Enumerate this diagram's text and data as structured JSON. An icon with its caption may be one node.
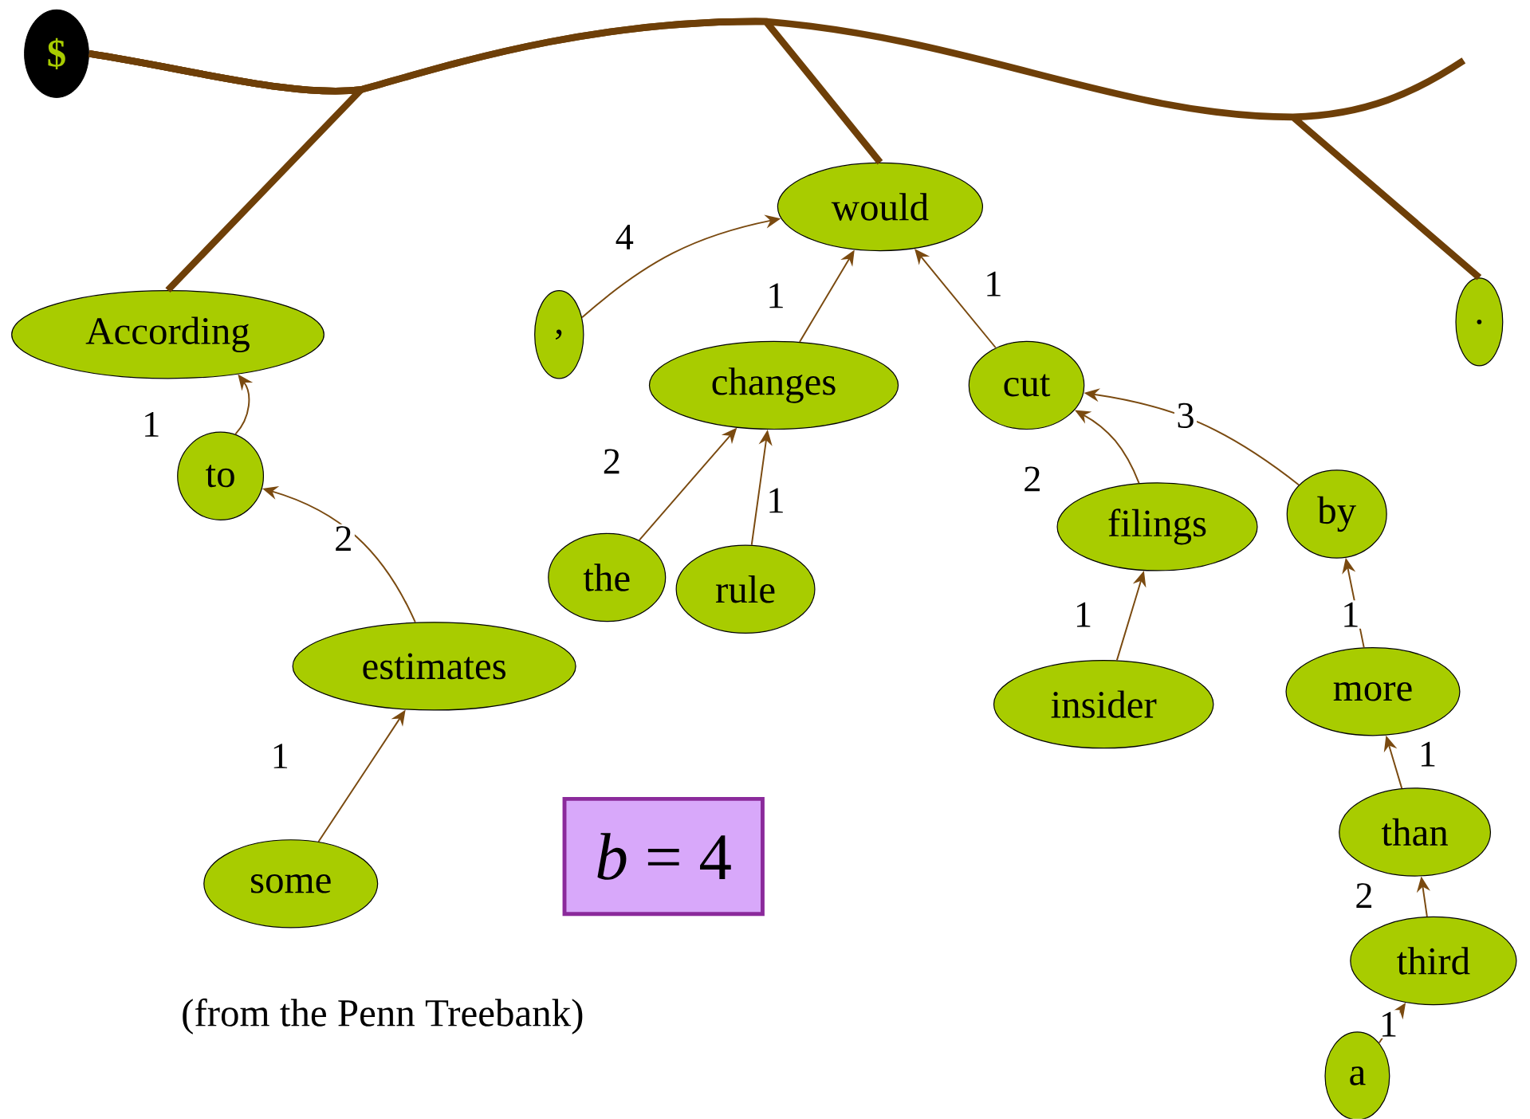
{
  "diagram": {
    "nodes": [
      {
        "text": [
          "$"
        ]
      },
      {
        "text": [
          "According"
        ]
      },
      {
        "text": [
          "to"
        ]
      },
      {
        "text": [
          "estimates"
        ]
      },
      {
        "text": [
          "some"
        ]
      },
      {
        "text": [
          ","
        ]
      },
      {
        "text": [
          "would"
        ]
      },
      {
        "text": [
          "changes"
        ]
      },
      {
        "text": [
          "the"
        ]
      },
      {
        "text": [
          "rule"
        ]
      },
      {
        "text": [
          "cut"
        ]
      },
      {
        "text": [
          "filings"
        ]
      },
      {
        "text": [
          "insider"
        ]
      },
      {
        "text": [
          "by"
        ]
      },
      {
        "text": [
          "more"
        ]
      },
      {
        "text": [
          "than"
        ]
      },
      {
        "text": [
          "third"
        ]
      },
      {
        "text": [
          "a"
        ]
      },
      {
        "text": [
          "."
        ]
      },
      {
        "text": [
          "*b* = 4"
        ]
      }
    ],
    "edges": [
      {
        "from": 0,
        "to": 1,
        "arrow": "none",
        "style": "thick"
      },
      {
        "from": 0,
        "to": 6,
        "arrow": "none",
        "style": "thick"
      },
      {
        "from": 0,
        "to": 18,
        "arrow": "none",
        "style": "thick"
      },
      {
        "from": 2,
        "to": 1,
        "arrow": "to",
        "label": "1"
      },
      {
        "from": 3,
        "to": 2,
        "arrow": "to",
        "label": "2"
      },
      {
        "from": 4,
        "to": 3,
        "arrow": "to",
        "label": "1"
      },
      {
        "from": 5,
        "to": 6,
        "arrow": "to",
        "label": "4"
      },
      {
        "from": 7,
        "to": 6,
        "arrow": "to",
        "label": "1"
      },
      {
        "from": 10,
        "to": 6,
        "arrow": "to",
        "label": "1"
      },
      {
        "from": 8,
        "to": 7,
        "arrow": "to",
        "label": "2"
      },
      {
        "from": 9,
        "to": 7,
        "arrow": "to",
        "label": "1"
      },
      {
        "from": 11,
        "to": 10,
        "arrow": "to",
        "label": "2"
      },
      {
        "from": 13,
        "to": 10,
        "arrow": "to",
        "label": "3"
      },
      {
        "from": 12,
        "to": 11,
        "arrow": "to",
        "label": "1"
      },
      {
        "from": 14,
        "to": 13,
        "arrow": "to",
        "label": "1"
      },
      {
        "from": 15,
        "to": 14,
        "arrow": "to",
        "label": "1"
      },
      {
        "from": 16,
        "to": 15,
        "arrow": "to",
        "label": "2"
      },
      {
        "from": 17,
        "to": 16,
        "arrow": "to",
        "label": "1"
      }
    ],
    "labels": [
      "(from the Penn Treebank)"
    ]
  }
}
